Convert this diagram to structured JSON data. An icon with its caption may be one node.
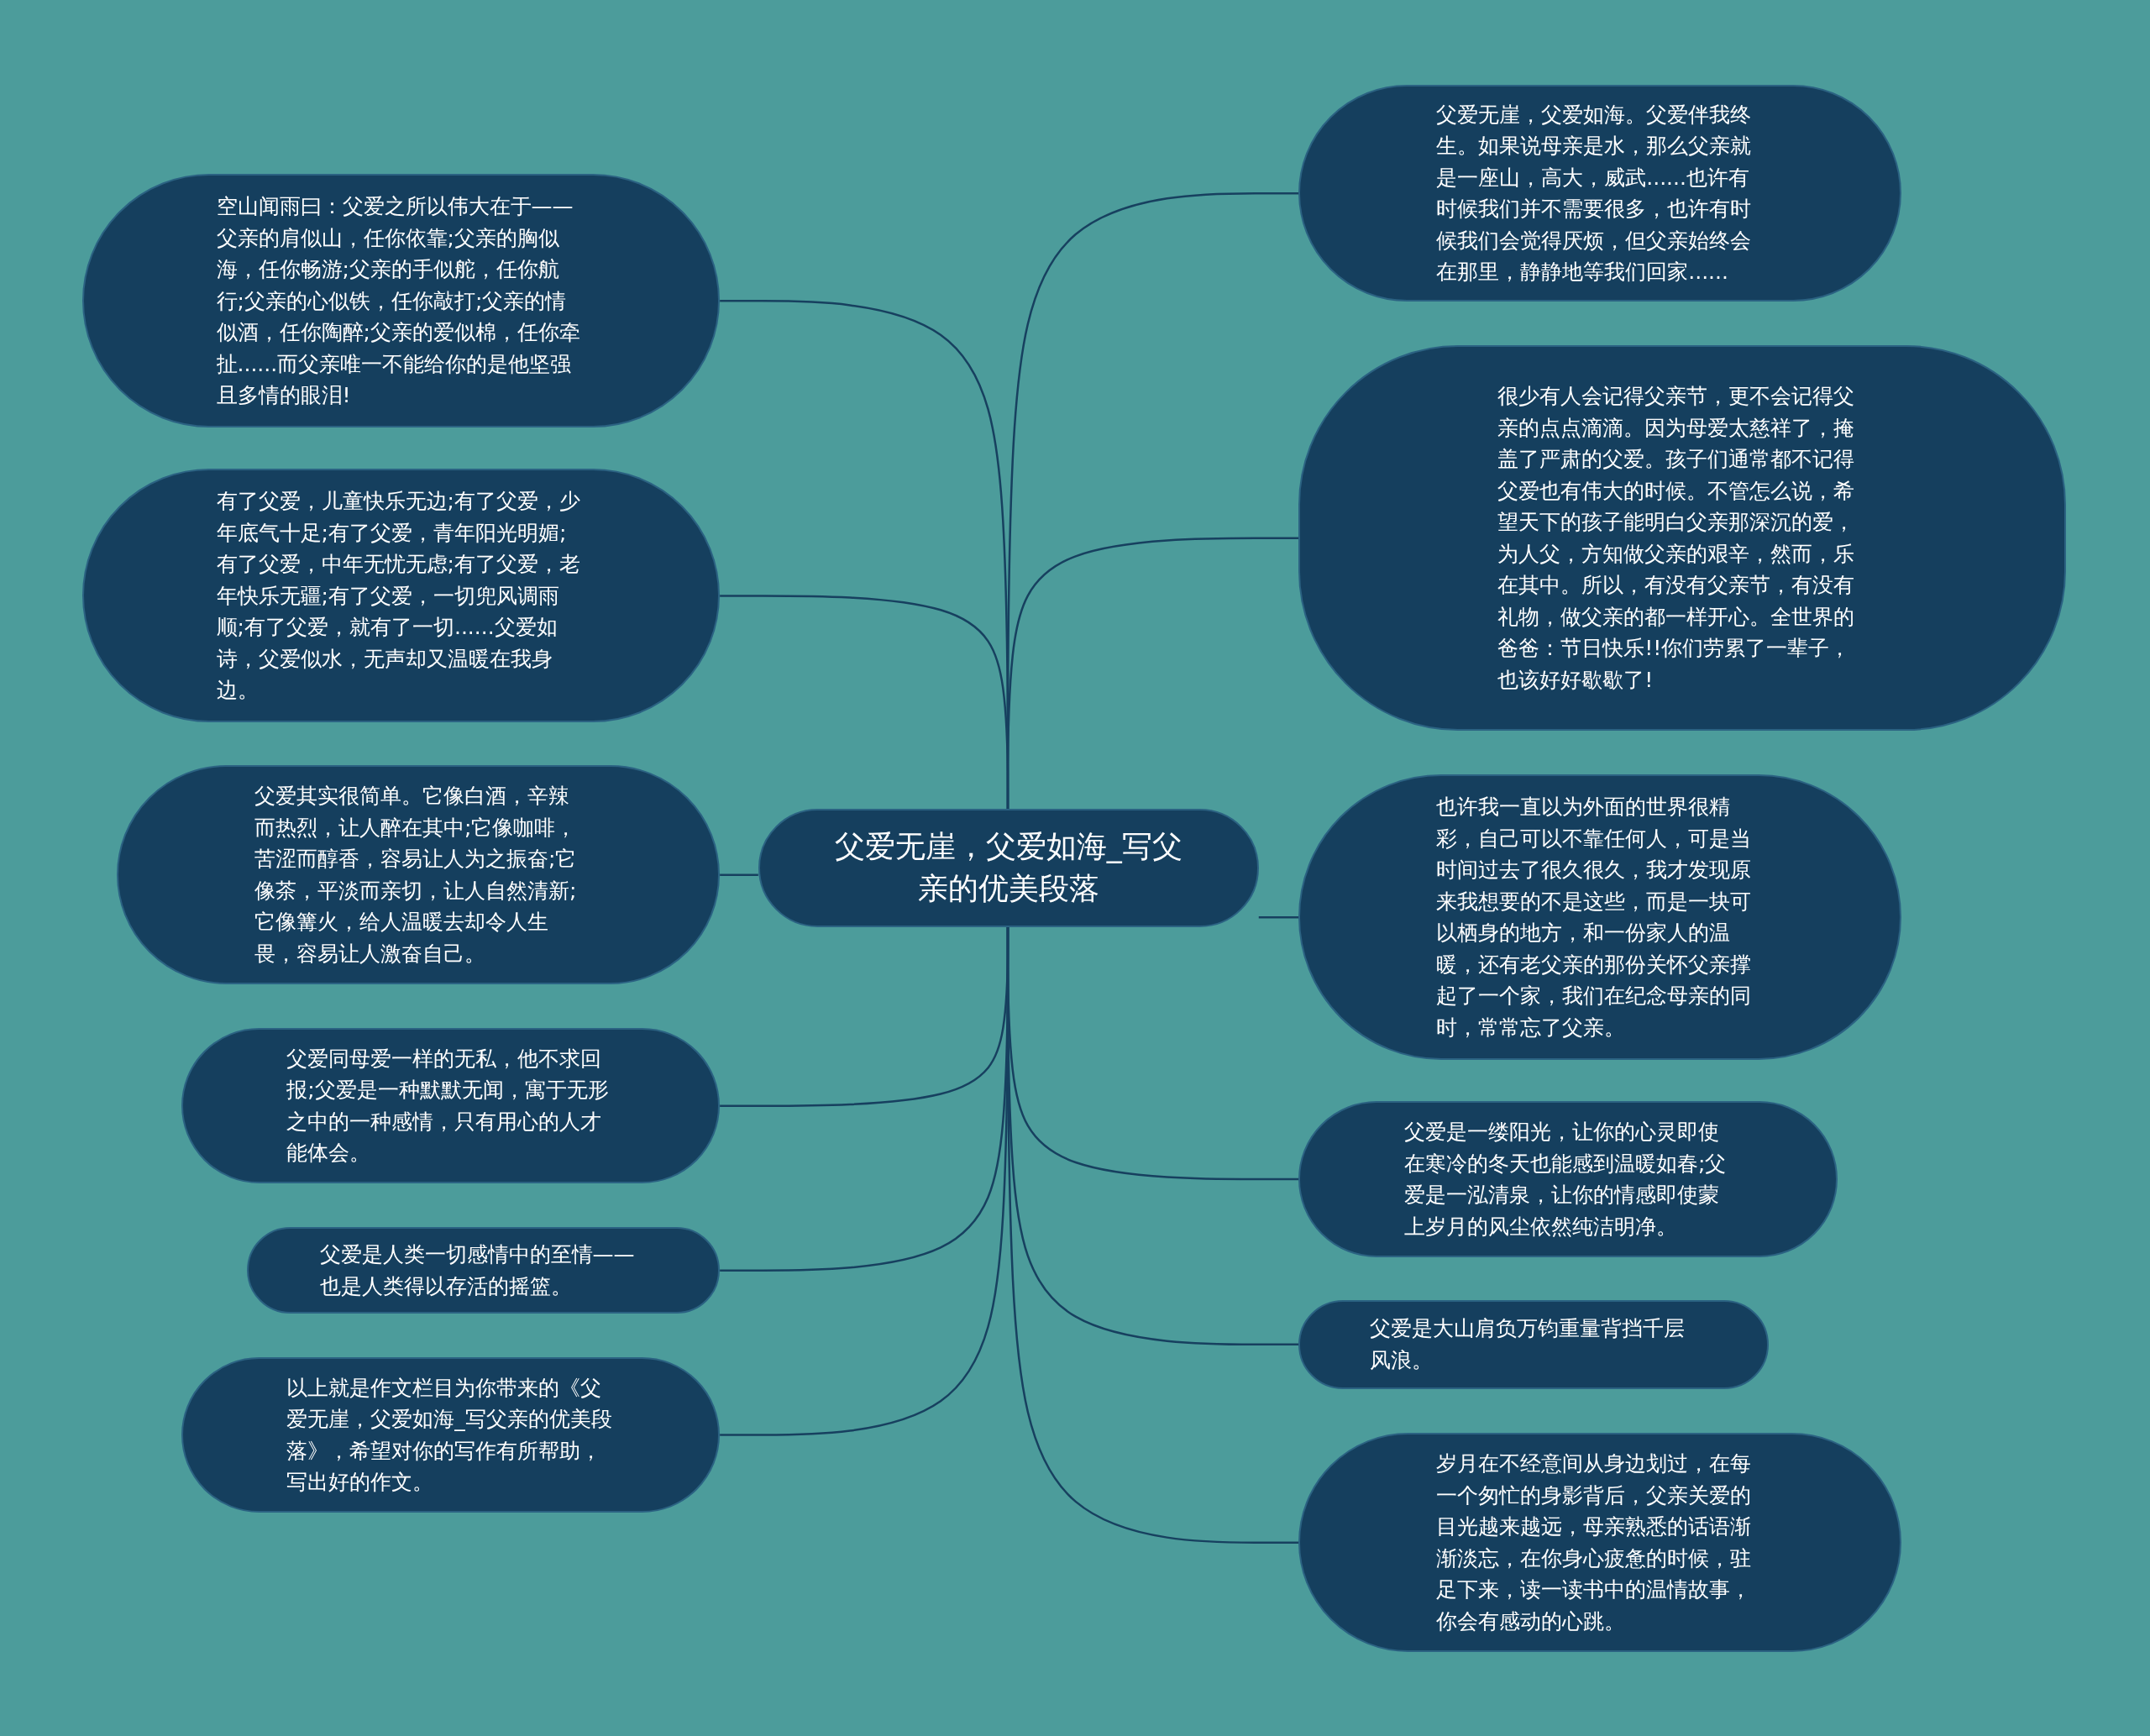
{
  "diagram": {
    "nodes": [
      {
        "text": [
          "父爱无崖，父爱如海_写父亲的优美段落"
        ]
      },
      {
        "text": [
          "空山闻雨曰：父爱之所以伟大在于——父亲的肩似山，任你依靠;父亲的胸似海，任你畅游;父亲的手似舵，任你航行;父亲的心似铁，任你敲打;父亲的情似酒，任你陶醉;父亲的爱似棉，任你牵扯......而父亲唯一不能给你的是他坚强且多情的眼泪!"
        ]
      },
      {
        "text": [
          "有了父爱，儿童快乐无边;有了父爱，少年底气十足;有了父爱，青年阳光明媚;有了父爱，中年无忧无虑;有了父爱，老年快乐无疆;有了父爱，一切兜风调雨顺;有了父爱，就有了一切......父爱如诗，父爱似水，无声却又温暖在我身边。"
        ]
      },
      {
        "text": [
          "父爱其实很简单。它像白酒，辛辣而热烈，让人醉在其中;它像咖啡，苦涩而醇香，容易让人为之振奋;它像茶，平淡而亲切，让人自然清新;它像篝火，给人温暖去却令人生畏，容易让人激奋自己。"
        ]
      },
      {
        "text": [
          "父爱同母爱一样的无私，他不求回报;父爱是一种默默无闻，寓于无形之中的一种感情，只有用心的人才能体会。"
        ]
      },
      {
        "text": [
          "父爱是人类一切感情中的至情——也是人类得以存活的摇篮。"
        ]
      },
      {
        "text": [
          "以上就是作文栏目为你带来的《父爱无崖，父爱如海_写父亲的优美段落》，希望对你的写作有所帮助，写出好的作文。"
        ]
      },
      {
        "text": [
          "父爱无崖，父爱如海。父爱伴我终生。如果说母亲是水，那么父亲就是一座山，高大，威武......也许有时候我们并不需要很多，也许有时候我们会觉得厌烦，但父亲始终会在那里，静静地等我们回家......"
        ]
      },
      {
        "text": [
          "很少有人会记得父亲节，更不会记得父亲的点点滴滴。因为母爱太慈祥了，掩盖了严肃的父爱。孩子们通常都不记得父爱也有伟大的时候。不管怎么说，希望天下的孩子能明白父亲那深沉的爱，为人父，方知做父亲的艰辛，然而，乐在其中。所以，有没有父亲节，有没有礼物，做父亲的都一样开心。全世界的爸爸：节日快乐!!你们劳累了一辈子，也该好好歇歇了!"
        ]
      },
      {
        "text": [
          "也许我一直以为外面的世界很精彩，自己可以不靠任何人，可是当时间过去了很久很久，我才发现原来我想要的不是这些，而是一块可以栖身的地方，和一份家人的温暖，还有老父亲的那份关怀父亲撑起了一个家，我们在纪念母亲的同时，常常忘了父亲。"
        ]
      },
      {
        "text": [
          "父爱是一缕阳光，让你的心灵即使在寒冷的冬天也能感到温暖如春;父爱是一泓清泉，让你的情感即使蒙上岁月的风尘依然纯洁明净。"
        ]
      },
      {
        "text": [
          "父爱是大山肩负万钧重量背挡千层风浪。"
        ]
      },
      {
        "text": [
          "岁月在不经意间从身边划过，在每一个匆忙的身影背后，父亲关爱的目光越来越远，母亲熟悉的话语渐渐淡忘，在你身心疲惫的时候，驻足下来，读一读书中的温情故事，你会有感动的心跳。"
        ]
      }
    ],
    "edges": [
      {
        "from": 0,
        "to": 1,
        "arrow": "none"
      },
      {
        "from": 0,
        "to": 2,
        "arrow": "none"
      },
      {
        "from": 0,
        "to": 3,
        "arrow": "none"
      },
      {
        "from": 0,
        "to": 4,
        "arrow": "none"
      },
      {
        "from": 0,
        "to": 5,
        "arrow": "none"
      },
      {
        "from": 0,
        "to": 6,
        "arrow": "none"
      },
      {
        "from": 0,
        "to": 7,
        "arrow": "none"
      },
      {
        "from": 0,
        "to": 8,
        "arrow": "none"
      },
      {
        "from": 0,
        "to": 9,
        "arrow": "none"
      },
      {
        "from": 0,
        "to": 10,
        "arrow": "none"
      },
      {
        "from": 0,
        "to": 11,
        "arrow": "none"
      },
      {
        "from": 0,
        "to": 12,
        "arrow": "none"
      }
    ]
  }
}
